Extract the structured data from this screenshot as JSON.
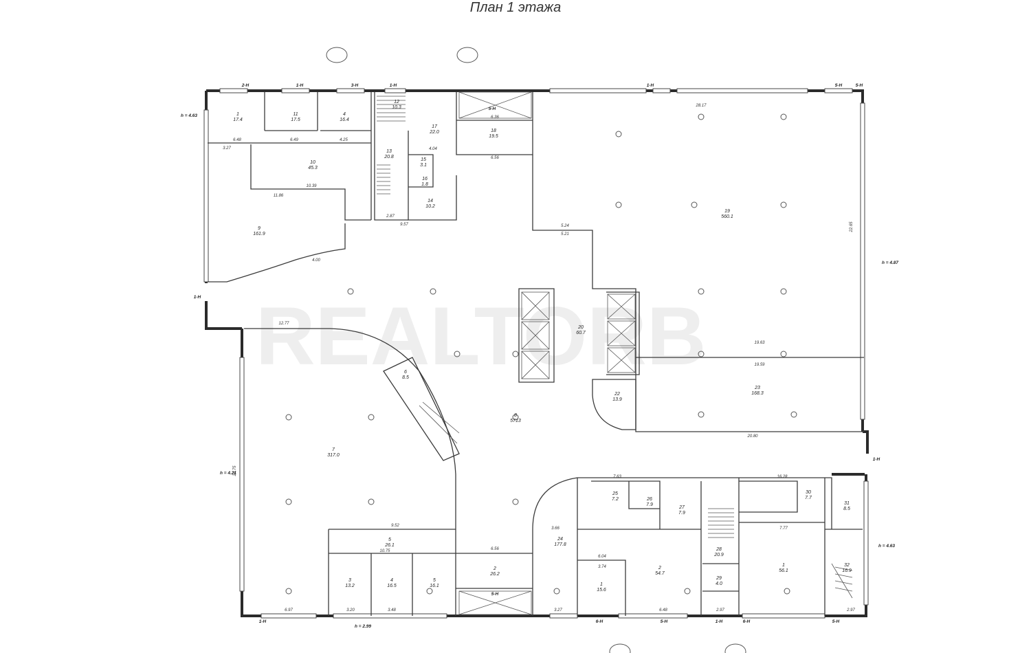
{
  "title": "План 1 этажа",
  "watermark": "REALTORB",
  "heights": [
    {
      "id": "h1",
      "text": "h = 4.63"
    },
    {
      "id": "h2",
      "text": "h = 4.87"
    },
    {
      "id": "h3",
      "text": "h = 4.21"
    },
    {
      "id": "h4",
      "text": "h = 4.63"
    },
    {
      "id": "h5",
      "text": "h = 2.99"
    }
  ],
  "axis_marks": [
    "2-Н",
    "1-Н",
    "3-Н",
    "1-Н",
    "5-Н",
    "1-Н",
    "5-Н",
    "5-Н",
    "1-Н",
    "1-Н",
    "5-Н",
    "1-Н",
    "6-Н",
    "5-Н",
    "1-Н",
    "6-Н",
    "5-Н"
  ],
  "rooms": [
    {
      "num": "1",
      "area": "17.4"
    },
    {
      "num": "11",
      "area": "17.5"
    },
    {
      "num": "4",
      "area": "16.4"
    },
    {
      "num": "12",
      "area": "10.3"
    },
    {
      "num": "17",
      "area": "22.0"
    },
    {
      "num": "18",
      "area": "19.5"
    },
    {
      "num": "13",
      "area": "20.8"
    },
    {
      "num": "10",
      "area": "45.3"
    },
    {
      "num": "15",
      "area": "3.1"
    },
    {
      "num": "16",
      "area": "1.8"
    },
    {
      "num": "14",
      "area": "10.2"
    },
    {
      "num": "9",
      "area": "161.9"
    },
    {
      "num": "19",
      "area": "560.1"
    },
    {
      "num": "20",
      "area": "60.7"
    },
    {
      "num": "8",
      "area": "5713"
    },
    {
      "num": "6",
      "area": "8.5"
    },
    {
      "num": "22",
      "area": "13.9"
    },
    {
      "num": "23",
      "area": "168.3"
    },
    {
      "num": "7",
      "area": "317.0"
    },
    {
      "num": "5",
      "area": "26.1"
    },
    {
      "num": "3",
      "area": "13.2"
    },
    {
      "num": "4",
      "area": "16.5"
    },
    {
      "num": "5",
      "area": "16.1"
    },
    {
      "num": "2",
      "area": "26.2"
    },
    {
      "num": "24",
      "area": "177.8"
    },
    {
      "num": "25",
      "area": "7.2"
    },
    {
      "num": "26",
      "area": "7.9"
    },
    {
      "num": "27",
      "area": "7.9"
    },
    {
      "num": "1",
      "area": "15.6"
    },
    {
      "num": "2",
      "area": "54.7"
    },
    {
      "num": "28",
      "area": "20.9"
    },
    {
      "num": "29",
      "area": "4.0"
    },
    {
      "num": "1",
      "area": "56.1"
    },
    {
      "num": "30",
      "area": "7.7"
    },
    {
      "num": "31",
      "area": "8.5"
    },
    {
      "num": "32",
      "area": "16.9"
    }
  ],
  "dimensions": [
    "28.17",
    "22.65",
    "19.63",
    "19.59",
    "20.80",
    "12.77",
    "24.75",
    "10.39",
    "11.86",
    "6.48",
    "6.49",
    "4.25",
    "3.27",
    "6.36",
    "6.56",
    "4.04",
    "5.24",
    "5.21",
    "9.52",
    "10.75",
    "6.56",
    "6.97",
    "3.20",
    "3.48",
    "3.27",
    "6.48",
    "2.97",
    "2.97",
    "7.63",
    "16.28",
    "7.77",
    "3.66",
    "6.04",
    "3.74",
    "4.00",
    "2.87",
    "9.57"
  ]
}
